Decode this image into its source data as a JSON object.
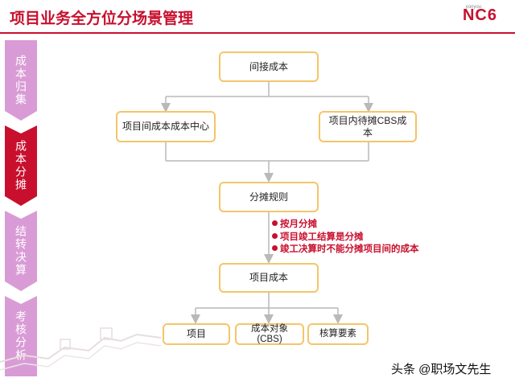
{
  "header": {
    "title": "项目业务全方位分场景管理",
    "logo": "NC6",
    "logo_small": "yonyou"
  },
  "sidebar": {
    "items": [
      {
        "label": "成本归集",
        "color": "#d99bd6",
        "active": false
      },
      {
        "label": "成本分摊",
        "color": "#c8102e",
        "active": true
      },
      {
        "label": "结转决算",
        "color": "#d99bd6",
        "active": false
      },
      {
        "label": "考核分析",
        "color": "#d99bd6",
        "active": false
      }
    ]
  },
  "flow": {
    "indirect_cost": "间接成本",
    "inter_project_center": "项目间成本成本中心",
    "in_project_cbs": "项目内待摊CBS成本",
    "allocation_rules": "分摊规则",
    "notes": [
      "按月分摊",
      "项目竣工结算是分摊",
      "竣工决算时不能分摊项目间的成本"
    ],
    "project_cost": "项目成本",
    "targets": [
      {
        "label": "项目"
      },
      {
        "label": "成本对象(CBS)"
      },
      {
        "label": "核算要素"
      }
    ]
  },
  "watermark": "头条 @职场文先生",
  "colors": {
    "brand_red": "#c8102e",
    "node_border": "#f4c56a",
    "line_gray": "#b9b9b9"
  }
}
